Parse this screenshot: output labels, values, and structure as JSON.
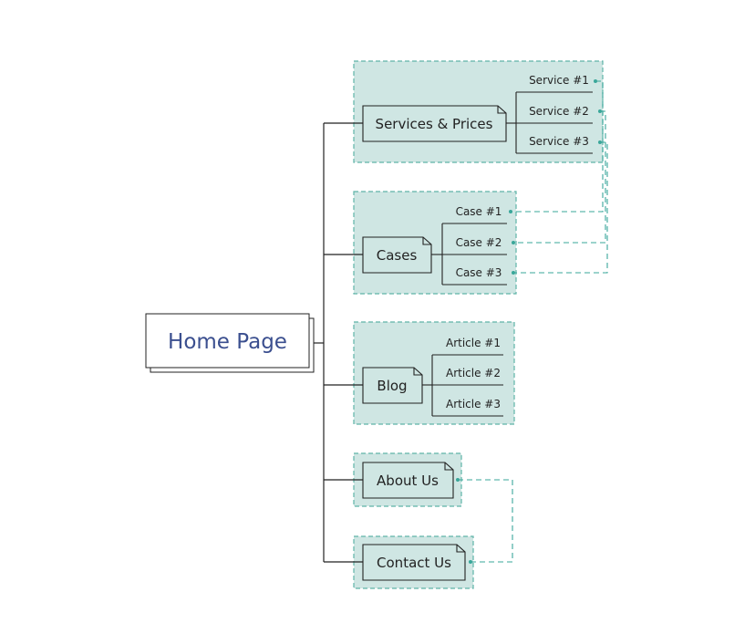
{
  "colors": {
    "group_fill": "#cfe6e3",
    "group_border": "#5fb3a8",
    "link_dash": "#3aa79a",
    "line": "#222222",
    "home_text": "#3b4f8f"
  },
  "home": {
    "label": "Home Page"
  },
  "sections": [
    {
      "label": "Services & Prices",
      "children": [
        "Service #1",
        "Service #2",
        "Service #3"
      ]
    },
    {
      "label": "Cases",
      "children": [
        "Case #1",
        "Case #2",
        "Case #3"
      ]
    },
    {
      "label": "Blog",
      "children": [
        "Article #1",
        "Article #2",
        "Article #3"
      ]
    },
    {
      "label": "About Us",
      "children": []
    },
    {
      "label": "Contact Us",
      "children": []
    }
  ],
  "cross_links": [
    {
      "from": "Service #1",
      "to": "Case #1"
    },
    {
      "from": "Service #2",
      "to": "Case #2"
    },
    {
      "from": "Service #3",
      "to": "Case #3"
    },
    {
      "from": "About Us",
      "to": "Contact Us"
    }
  ]
}
